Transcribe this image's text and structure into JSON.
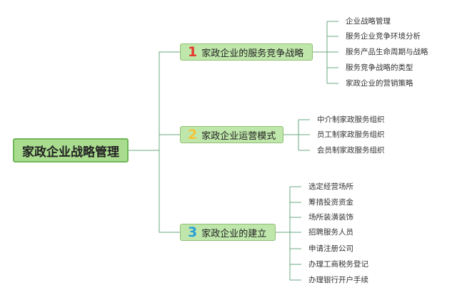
{
  "root": {
    "label": "家政企业战略管理"
  },
  "branches": [
    {
      "number": "1",
      "label": "家政企业的服务竞争战略",
      "number_color": "#e33a2e",
      "children": [
        "企业战略管理",
        "服务企业竞争环境分析",
        "服务产品生命周期与战略",
        "服务竞争战略的类型",
        "家政企业的营销策略"
      ]
    },
    {
      "number": "2",
      "label": "家政企业运营模式",
      "number_color": "#f3c43a",
      "children": [
        "中介制家政服务组织",
        "员工制家政服务组织",
        "会员制家政服务组织"
      ]
    },
    {
      "number": "3",
      "label": "家政企业的建立",
      "number_color": "#2a9fd8",
      "children": [
        "选定经营场所",
        "筹措投资资金",
        "场所装潢装饰",
        "招聘服务人员",
        "申请注册公司",
        "办理工商税务登记",
        "办理银行开户手续"
      ]
    }
  ],
  "colors": {
    "line": "#6aa982",
    "node_fill": "#bfe6ab",
    "node_border": "#8fbf72"
  }
}
